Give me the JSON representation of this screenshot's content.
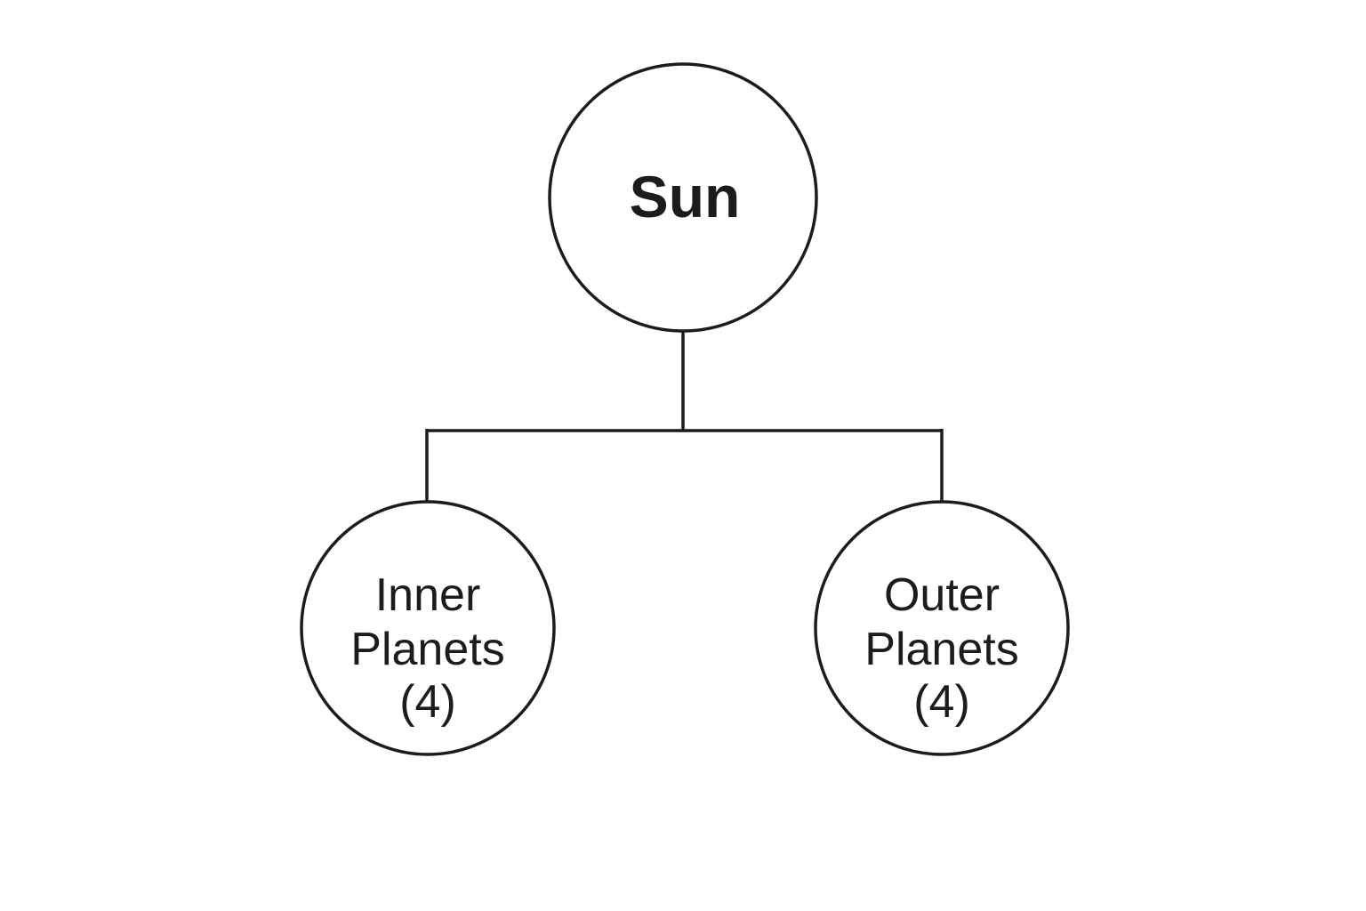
{
  "diagram": {
    "root": {
      "lines": [
        "Sun"
      ]
    },
    "children": [
      {
        "lines": [
          "Inner",
          "Planets",
          "(4)"
        ]
      },
      {
        "lines": [
          "Outer",
          "Planets",
          "(4)"
        ]
      }
    ],
    "colors": {
      "stroke": "#1c1c1c",
      "text": "#1c1c1c",
      "background": "#ffffff"
    }
  }
}
